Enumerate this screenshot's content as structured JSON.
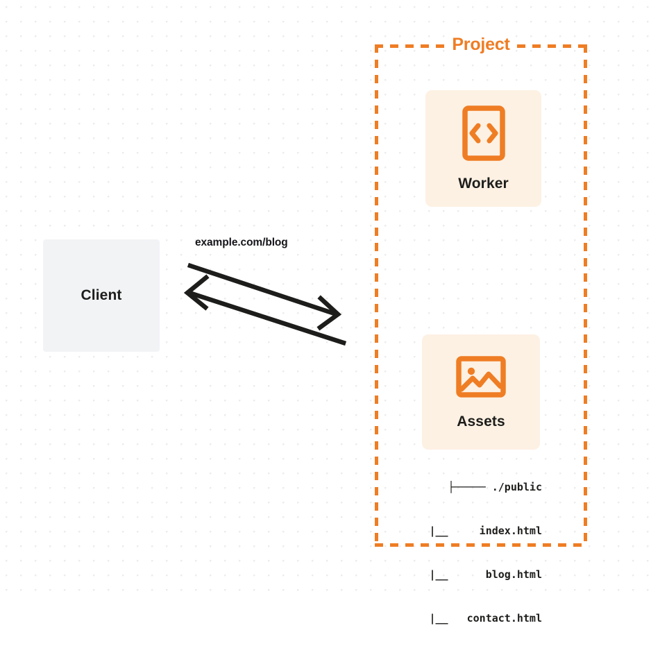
{
  "diagram": {
    "background": {
      "style": "dot-grid",
      "dot_color": "#ececec",
      "page_color": "#ffffff"
    },
    "client": {
      "label": "Client",
      "fill": "#f2f3f5"
    },
    "connection": {
      "label": "example.com/blog",
      "stroke": "#1d1d1b",
      "request_direction": "right",
      "response_direction": "left"
    },
    "project": {
      "title": "Project",
      "border_color": "#ef7d24",
      "border_style": "dashed",
      "nodes": [
        {
          "id": "worker",
          "label": "Worker",
          "icon": "code-brackets-icon",
          "fill": "#fdf1e3",
          "icon_color": "#ef7d24"
        },
        {
          "id": "assets",
          "label": "Assets",
          "icon": "image-icon",
          "fill": "#fdf1e3",
          "icon_color": "#ef7d24"
        }
      ],
      "file_tree": {
        "rows": [
          "├───── ./public",
          "|__     index.html",
          "|__      blog.html",
          "|__   contact.html"
        ]
      }
    }
  }
}
